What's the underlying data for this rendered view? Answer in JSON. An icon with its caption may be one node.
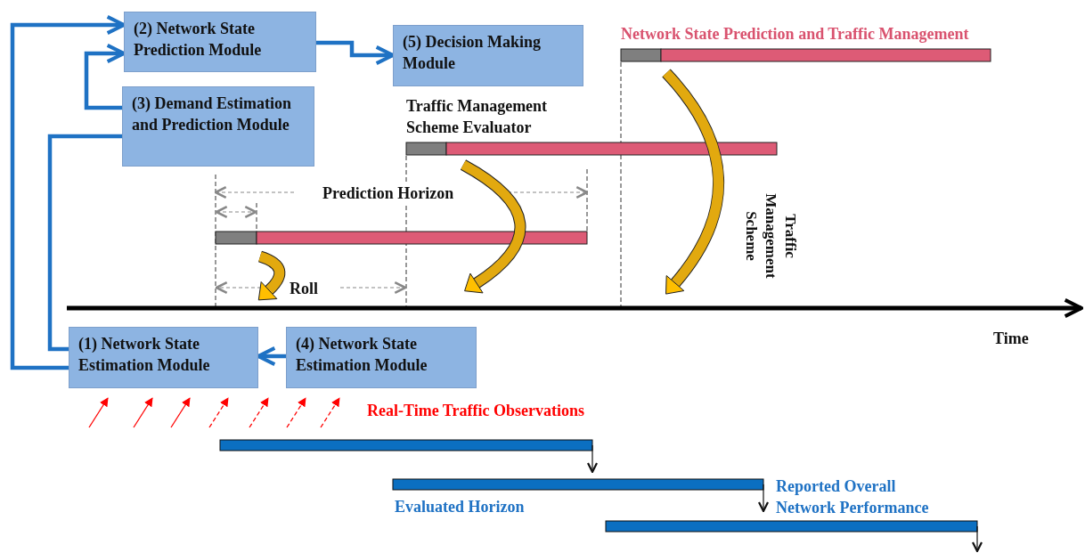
{
  "diagram": {
    "nodes": [
      {
        "text": [
          "(2) Network State Prediction Module"
        ]
      },
      {
        "text": [
          "(5) Decision Making Module"
        ]
      },
      {
        "text": [
          "(3) Demand Estimation and Prediction Module"
        ]
      },
      {
        "text": [
          "(1) Network State Estimation Module"
        ]
      },
      {
        "text": [
          "(4) Network State Estimation Module"
        ]
      }
    ],
    "edges": [
      {
        "from": 3,
        "to": 0,
        "arrow": "to"
      },
      {
        "from": 2,
        "to": 3,
        "arrow": "none"
      },
      {
        "from": 2,
        "to": 0,
        "arrow": "to"
      },
      {
        "from": 0,
        "to": 1,
        "arrow": "to"
      },
      {
        "from": 4,
        "to": 3,
        "arrow": "to"
      }
    ],
    "labels": [
      "Network State Prediction and Traffic Management",
      "Traffic Management Scheme Evaluator",
      "Prediction Horizon",
      "Traffic Management Scheme",
      "Roll",
      "Time",
      "Real-Time Traffic Observations",
      "Reported Overall Network Performance",
      "Evaluated Horizon"
    ]
  }
}
